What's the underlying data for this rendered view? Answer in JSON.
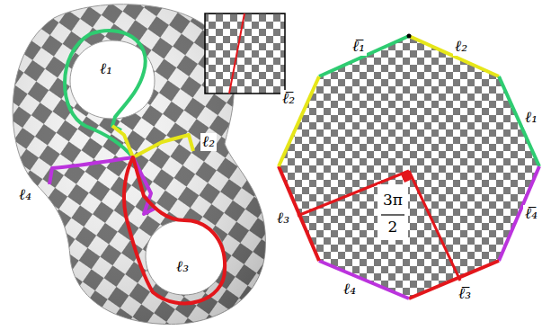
{
  "diagram": {
    "labels": [
      "ℓ₁",
      "ℓ₂",
      "ℓ₄",
      "ℓ₃",
      "ℓ̅₁",
      "ℓ₂",
      "ℓ̅₂",
      "ℓ₁",
      "ℓ₃",
      "ℓ̅₄",
      "ℓ₄",
      "ℓ̅₃",
      "3π",
      "2"
    ]
  }
}
